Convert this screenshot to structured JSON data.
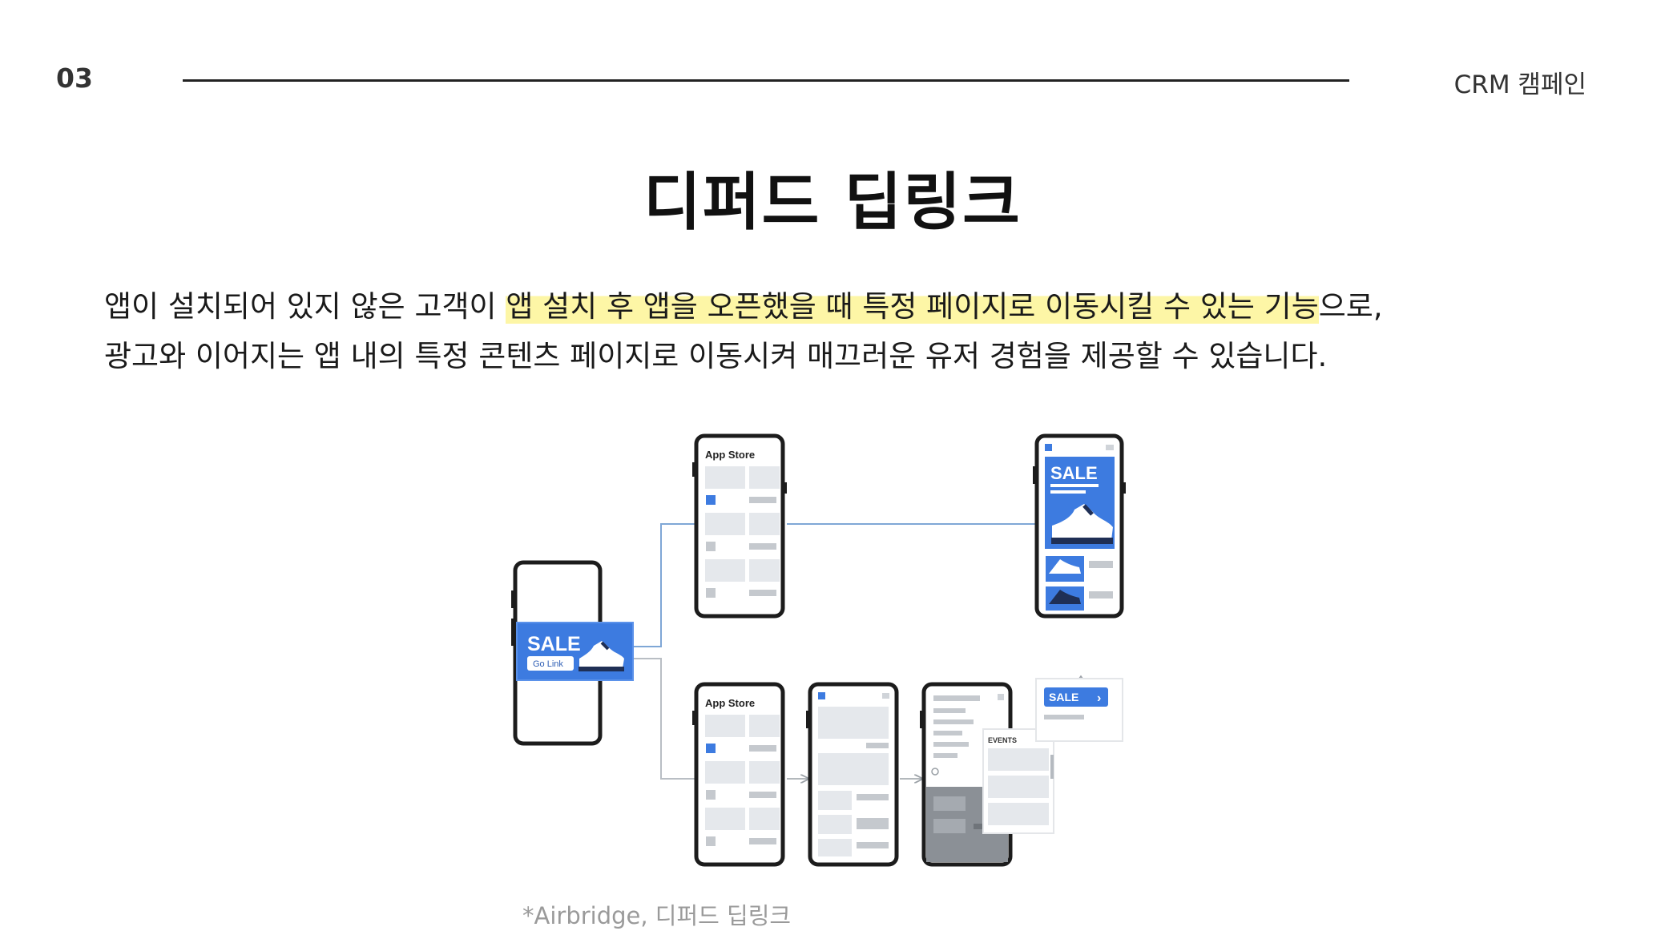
{
  "header": {
    "number": "03",
    "section": "CRM 캠페인"
  },
  "title": "디퍼드 딥링크",
  "description": {
    "line1_pre": "앱이 설치되어 있지 않은 고객이 ",
    "line1_highlight": "앱 설치 후 앱을 오픈했을 때 특정 페이지로 이동시킬 수 있는 기능",
    "line1_post": "으로,",
    "line2": "광고와 이어지는 앱 내의 특정 콘텐츠 페이지로 이동시켜 매끄러운 유저 경험을 제공할 수 있습니다."
  },
  "diagram": {
    "ad_sale": "SALE",
    "ad_link": "Go Link",
    "appstore_top": "App Store",
    "appstore_bottom": "App Store",
    "result_sale": "SALE",
    "events_label": "EVENTS",
    "banner_sale": "SALE",
    "banner_chevron": "›"
  },
  "caption": "*Airbridge, 디퍼드 딥링크",
  "colors": {
    "accent_blue": "#3d7be0",
    "highlight": "#fdf6a6",
    "phone_border": "#1c1c1c"
  }
}
